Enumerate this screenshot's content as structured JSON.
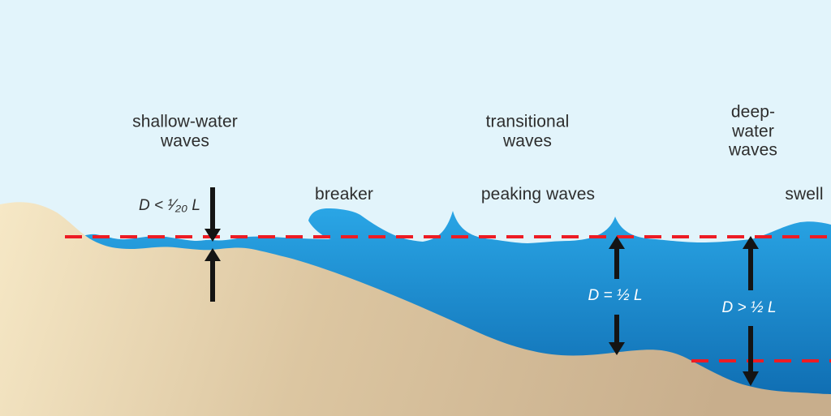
{
  "zones": {
    "shallow": "shallow-water\nwaves",
    "transitional": "transitional\nwaves",
    "deep": "deep-water\nwaves"
  },
  "wave_labels": {
    "breaker": "breaker",
    "peaking": "peaking waves",
    "swell": "swell"
  },
  "depth_labels": {
    "shallow": "D < ¹⁄₂₀ L",
    "transitional": "D = ½ L",
    "deep": "D > ½ L"
  },
  "colors": {
    "sky": "#e2f4fb",
    "water_top": "#2aa6e6",
    "water_deep": "#0d68ad",
    "sand_light": "#f6e8c6",
    "sand_mid": "#dcc6a1",
    "sand_dark": "#c8ae8c",
    "dashed_line": "#ed1c24",
    "arrow": "#141414",
    "text_dark": "#2d2d2d",
    "text_light": "#ffffff"
  }
}
